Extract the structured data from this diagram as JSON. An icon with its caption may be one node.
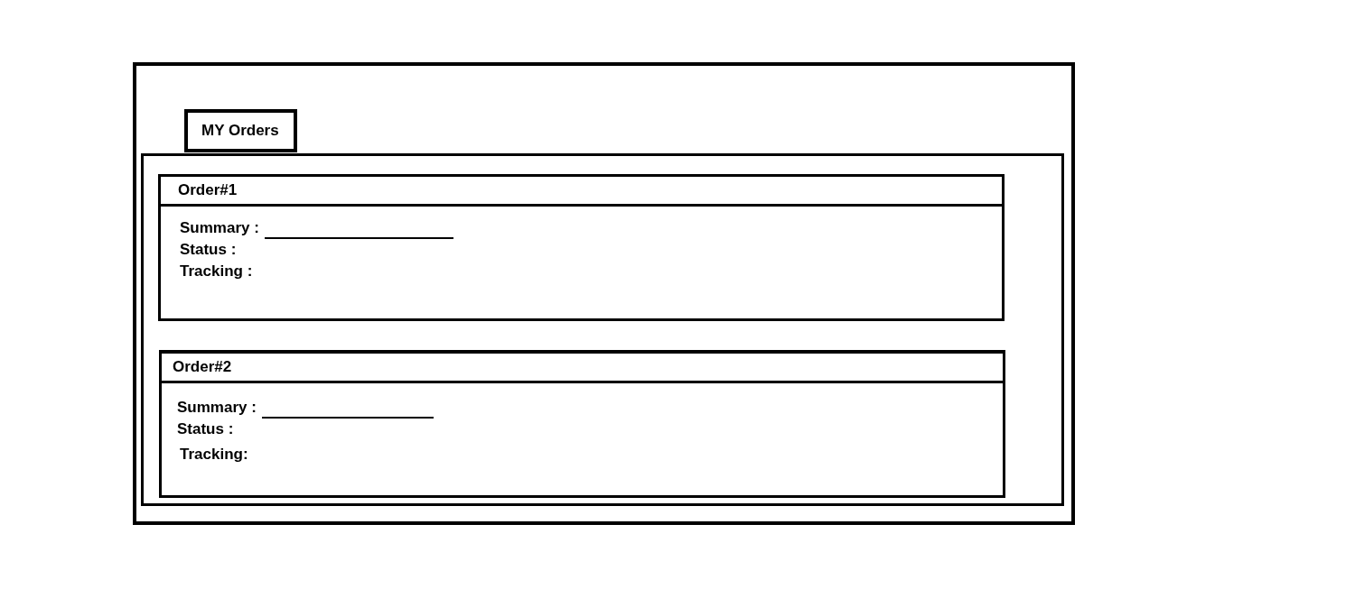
{
  "diagram": {
    "nodes": [
      {
        "text": [],
        "shape": "box"
      },
      {
        "text": [
          "MY Orders"
        ],
        "in": 0
      },
      {
        "text": [],
        "shape": "box",
        "in": 0
      },
      {
        "text": [
          "Order#1",
          "Summary :",
          "Status :",
          "Tracking :"
        ],
        "in": 2
      },
      {
        "text": [
          "Order#2",
          "Summary :",
          "Status :",
          "Tracking:"
        ],
        "in": 2
      }
    ]
  }
}
